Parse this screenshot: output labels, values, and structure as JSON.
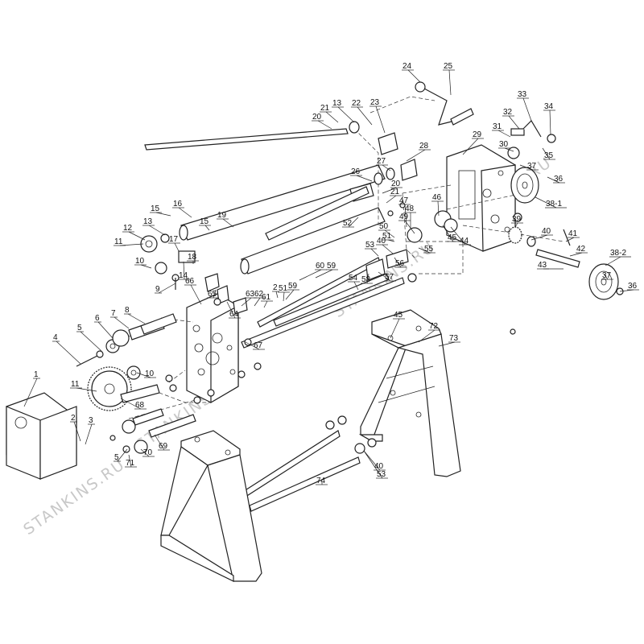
{
  "watermark_text": "STANKINS.RU",
  "labels": [
    "1",
    "2",
    "3",
    "4",
    "5",
    "5",
    "6",
    "7",
    "8",
    "9",
    "10",
    "10",
    "11",
    "11",
    "12",
    "13",
    "13",
    "14",
    "15",
    "15",
    "16",
    "17",
    "18",
    "19",
    "2",
    "20",
    "20",
    "21",
    "21",
    "22",
    "23",
    "24",
    "25",
    "26",
    "27",
    "28",
    "29",
    "30",
    "31",
    "32",
    "33",
    "34",
    "35",
    "36",
    "36",
    "37",
    "37",
    "38-1",
    "38-2",
    "39",
    "40",
    "40",
    "40",
    "41",
    "42",
    "43",
    "44",
    "45",
    "45",
    "46",
    "47",
    "48",
    "49",
    "50",
    "51",
    "51",
    "52",
    "53",
    "53",
    "54",
    "55",
    "56",
    "57",
    "58",
    "59",
    "59",
    "60",
    "61",
    "62",
    "63",
    "64",
    "65",
    "66",
    "67",
    "68",
    "69",
    "70",
    "71",
    "72",
    "73",
    "74"
  ]
}
